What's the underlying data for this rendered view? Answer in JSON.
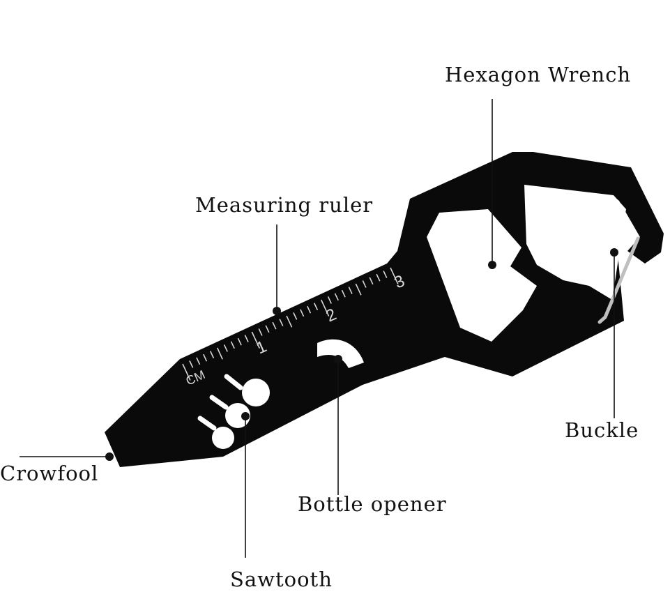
{
  "labels": {
    "hexagon_wrench": "Hexagon Wrench",
    "measuring_ruler": "Measuring ruler",
    "buckle": "Buckle",
    "crowfool": "Crowfool",
    "bottle_opener": "Bottle opener",
    "sawtooth": "Sawtooth"
  },
  "ruler": {
    "unit": "CM",
    "marks": [
      "1",
      "2",
      "3"
    ]
  },
  "colors": {
    "tool": "#0a0a0a",
    "background": "#ffffff",
    "ruler_marks": "#d8d8d8",
    "callout_line": "#111111",
    "carabiner": "#bfbfbf"
  }
}
